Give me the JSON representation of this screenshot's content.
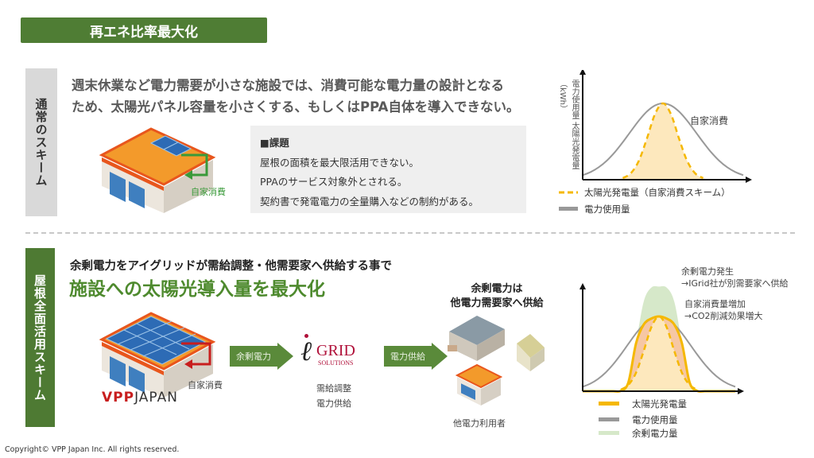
{
  "title": "再エネ比率最大化",
  "normal": {
    "label": "通常のスキーム",
    "lead1": "週末休業など電力需要が小さな施設では、消費可能な電力量の設計となる",
    "lead2": "ため、太陽光パネル容量を小さくする、もしくはPPA自体を導入できない。",
    "self_consumption": "自家消費",
    "issue_title": "■課題",
    "issues": [
      "屋根の面積を最大限活用できない。",
      "PPAのサービス対象外とされる。",
      "契約書で発電電力の全量購入などの制約がある。"
    ]
  },
  "full": {
    "label": "屋根全面活用スキーム",
    "lead": "余剰電力をアイグリッドが需給調整・他需要家へ供給する事で",
    "headline": "施設への太陽光導入量を最大化",
    "self_consumption": "自家消費",
    "vpp_logo": "VPPJAPAN",
    "arrow1": "余剰電力",
    "igrid_logo": "GRID",
    "igrid_sub": "SOLUTIONS",
    "igrid_desc1": "需給調整",
    "igrid_desc2": "電力供給",
    "arrow2": "電力供給",
    "supply1": "余剰電力は",
    "supply2": "他電力需要家へ供給",
    "other_users": "他電力利用者"
  },
  "colors": {
    "green": "#4f7d34",
    "solar": "#f5b800",
    "usage": "#999999",
    "surplus": "#d6e8c9",
    "self": "#f6c7a4",
    "solar_fill": "#fde8bd"
  },
  "chart_data": [
    {
      "type": "area",
      "title": "通常のスキーム",
      "ylabel": "電力使用量 太陽光発電量 （kWh）",
      "annotation": "自家消費",
      "x": [
        0,
        1,
        2,
        3,
        4,
        5,
        6,
        7,
        8,
        9,
        10,
        11,
        12,
        13,
        14,
        15,
        16,
        17,
        18,
        19,
        20
      ],
      "series": [
        {
          "name": "電力使用量",
          "style": "solid-gray",
          "values": [
            5.9,
            10.1,
            16.3,
            24.9,
            36,
            49.2,
            63.5,
            77.5,
            89.3,
            97.2,
            100,
            97.2,
            89.3,
            77.5,
            63.5,
            49.2,
            36,
            24.9,
            16.3,
            10.1,
            5.9
          ]
        },
        {
          "name": "太陽光発電量（自家消費スキーム）",
          "style": "dashed-yellow",
          "values": [
            0,
            0,
            0,
            0,
            0,
            2.1,
            8.5,
            24.9,
            53.9,
            85.7,
            100,
            85.7,
            53.9,
            24.9,
            8.5,
            2.1,
            0,
            0,
            0,
            0,
            0
          ]
        }
      ],
      "legend": [
        "太陽光発電量（自家消費スキーム）",
        "電力使用量"
      ]
    },
    {
      "type": "area",
      "title": "屋根全面活用スキーム",
      "annotations": [
        "余剰電力発生",
        "→IGrid社が別需要家へ供給",
        "自家消費量増加",
        "→CO2削減効果増大"
      ],
      "x": [
        0,
        1,
        2,
        3,
        4,
        5,
        6,
        7,
        8,
        9,
        10,
        11,
        12,
        13,
        14,
        15,
        16,
        17,
        18,
        19,
        20
      ],
      "series": [
        {
          "name": "電力使用量",
          "style": "solid-gray",
          "values": [
            5.9,
            10.1,
            16.3,
            24.9,
            36,
            49.2,
            63.5,
            77.5,
            89.3,
            97.2,
            100,
            97.2,
            89.3,
            77.5,
            63.5,
            49.2,
            36,
            24.9,
            16.3,
            10.1,
            5.9
          ]
        },
        {
          "name": "太陽光発電量",
          "style": "solid-yellow",
          "values": [
            0,
            0,
            0,
            0,
            0,
            0.4,
            12.2,
            64.4,
            120,
            138.7,
            140,
            138.7,
            120,
            64.4,
            12.2,
            0.4,
            0,
            0,
            0,
            0,
            0
          ]
        },
        {
          "name": "太陽光発電量（自家消費スキーム）",
          "style": "dashed-yellow",
          "values": [
            0,
            0,
            0,
            0,
            0,
            2.1,
            8.5,
            24.9,
            53.9,
            85.7,
            100,
            85.7,
            53.9,
            24.9,
            8.5,
            2.1,
            0,
            0,
            0,
            0,
            0
          ]
        }
      ],
      "legend": [
        "太陽光発電量",
        "電力使用量",
        "余剰電力量"
      ]
    }
  ],
  "copyright": "Copyright© VPP Japan Inc. All rights reserved."
}
